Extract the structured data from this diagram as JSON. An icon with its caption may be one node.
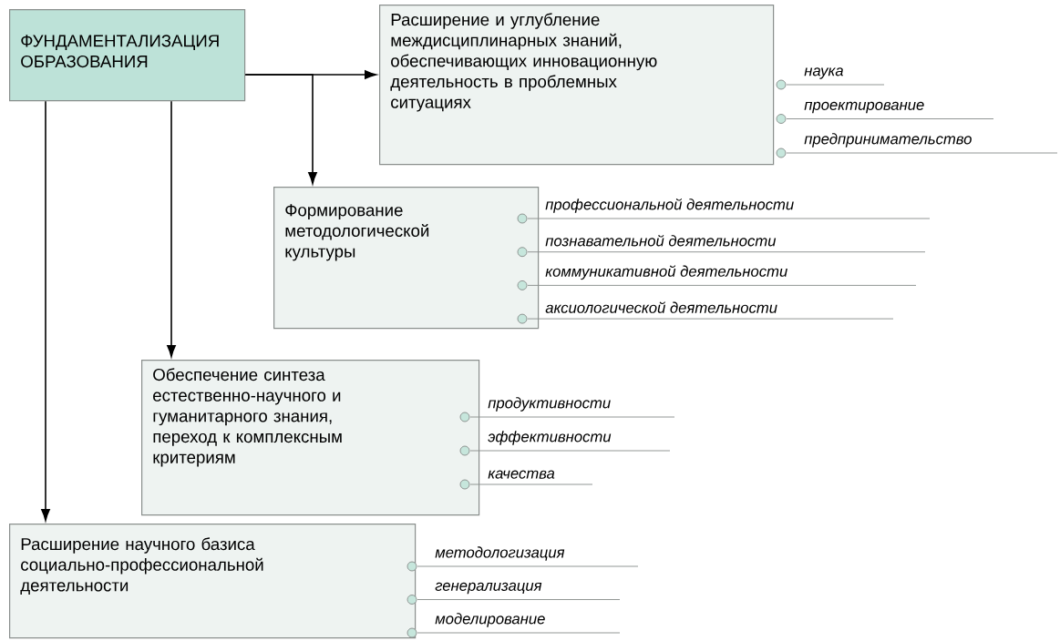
{
  "diagram": {
    "nodes": [
      {
        "text": [
          "ФУНДАМЕНТАЛИЗАЦИЯ ОБРАЗОВАНИЯ"
        ]
      },
      {
        "text": [
          "Расширение и углубление междисциплинарных знаний, обеспечивающих инновационную деятельность в проблемных ситуациях"
        ],
        "beside": [
          "наука",
          "проектирование",
          "предпринимательство"
        ]
      },
      {
        "text": [
          "Формирование методологической культуры"
        ],
        "beside": [
          "профессиональной деятельности",
          "познавательной деятельности",
          "коммуникативной деятельности",
          "аксиологической деятельности"
        ]
      },
      {
        "text": [
          "Обеспечение синтеза естественно-научного и гуманитарного знания, переход к комплексным критериям"
        ],
        "beside": [
          "продуктивности",
          "эффективности",
          "качества"
        ]
      },
      {
        "text": [
          "Расширение научного базиса социально-профессиональной деятельности"
        ],
        "beside": [
          "методологизация",
          "генерализация",
          "моделирование"
        ]
      }
    ],
    "edges": [
      {
        "from": 0,
        "to": 1,
        "arrow": "to"
      },
      {
        "from": 0,
        "to": 2,
        "arrow": "to"
      },
      {
        "from": 0,
        "to": 3,
        "arrow": "to"
      },
      {
        "from": 0,
        "to": 4,
        "arrow": "to"
      }
    ]
  }
}
